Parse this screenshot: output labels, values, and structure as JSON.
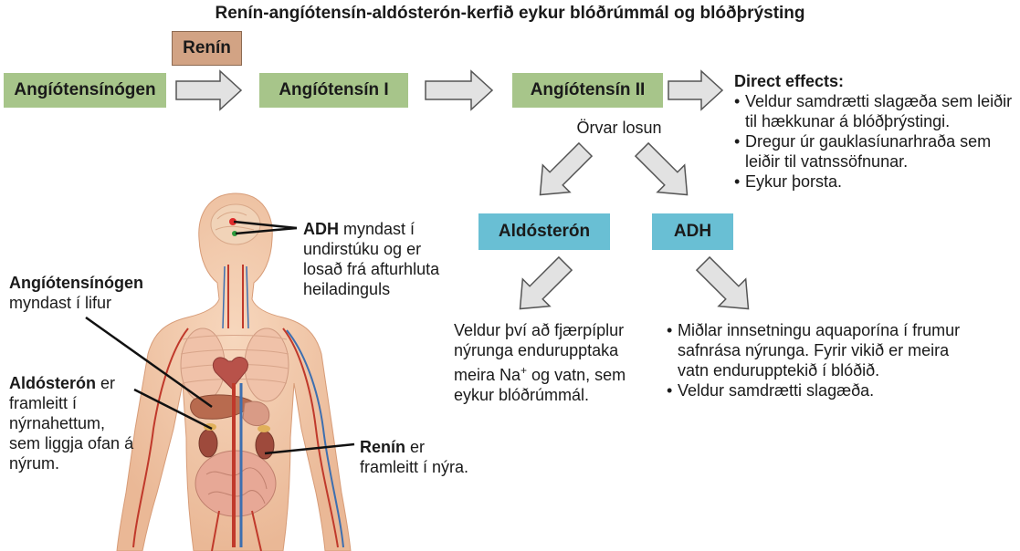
{
  "title": "Renín-angíótensín-aldósterón-kerfið eykur blóðrúmmál og blóðþrýsting",
  "boxes": {
    "renin": "Renín",
    "angiotensinogen": "Angíótensínógen",
    "angiotensin1": "Angíótensín I",
    "angiotensin2": "Angíótensín II",
    "aldosterone": "Aldósterón",
    "adh": "ADH"
  },
  "stimulates_label": "Örvar losun",
  "direct_effects": {
    "heading": "Direct effects:",
    "items": [
      "Veldur samdrætti slagæða sem leiðir til hækkunar á blóðþrýstingi.",
      "Dregur úr gauklasíunarhraða sem leiðir til vatnssöfnunar.",
      "Eykur þorsta."
    ]
  },
  "aldosterone_effect": {
    "before": "Veldur því að fjærpíplur nýrunga endurupptaka meira Na",
    "sup": "+",
    "after": " og vatn, sem eykur blóðrúmmál."
  },
  "adh_effects": [
    "Miðlar innsetningu aquaporína í frumur safnrása nýrunga. Fyrir vikið er meira vatn endurupptekið í blóðið.",
    "Veldur samdrætti slagæða."
  ],
  "body_labels": {
    "adh": {
      "bold": "ADH",
      "rest": " myndast í undirstúku og er losað frá afturhluta heiladinguls"
    },
    "angiotensinogen": {
      "bold": "Angíótensínógen",
      "rest": " myndast í lifur"
    },
    "aldosterone": {
      "bold": "Aldósterón",
      "rest": " er framleitt í nýrnahettum, sem liggja ofan á nýrum."
    },
    "renin": {
      "bold": "Renín",
      "rest": " er framleitt í nýra."
    }
  },
  "colors": {
    "green_box": "#a7c58a",
    "tan_box": "#d2a384",
    "blue_box": "#69bfd4",
    "arrow_fill": "#e2e2e2",
    "arrow_stroke": "#555555",
    "skin": "#f3c9a8",
    "artery": "#c0392b",
    "vein": "#3d6fb0"
  }
}
